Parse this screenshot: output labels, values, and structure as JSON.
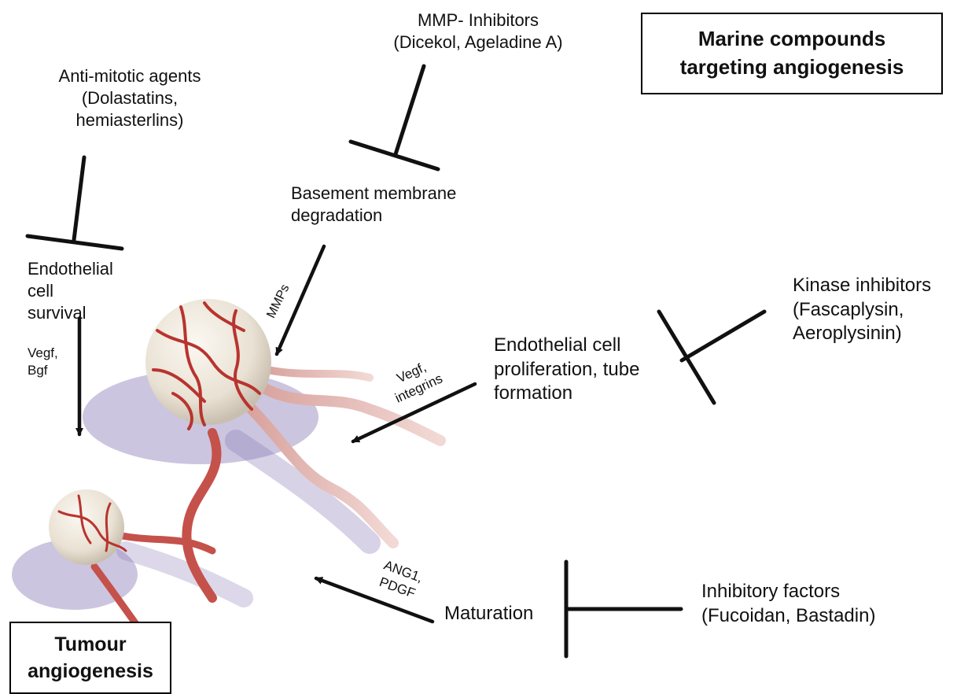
{
  "title_box": {
    "text": "Marine compounds\ntargeting angiogenesis"
  },
  "tumour_box": {
    "text": "Tumour\nangiogenesis"
  },
  "labels": {
    "mmp_inhibitors": "MMP- Inhibitors\n(Dicekol, Ageladine A)",
    "antimitotic": "Anti-mitotic agents\n(Dolastatins,\nhemiasterlins)",
    "basement": "Basement membrane\ndegradation",
    "endo_survival": "Endothelial\ncell\nsurvival",
    "kinase": "Kinase inhibitors\n(Fascaplysin,\nAeroplysinin)",
    "endo_prolif": "Endothelial cell\nproliferation, tube\nformation",
    "inhibitory": "Inhibitory factors\n(Fucoidan, Bastadin)",
    "maturation": "Maturation"
  },
  "arrow_labels": {
    "mmps": "MMPs",
    "vegf_bgf": "Vegf,\nBgf",
    "vegf_integrins": "Vegf,\nintegrins",
    "ang1_pdgf": "ANG1,\nPDGF"
  },
  "colors": {
    "line": "#111111",
    "tumour_white": "#efe8dd",
    "vessel_red": "#b8342f",
    "shadow_purple": "#8c7fb8"
  }
}
